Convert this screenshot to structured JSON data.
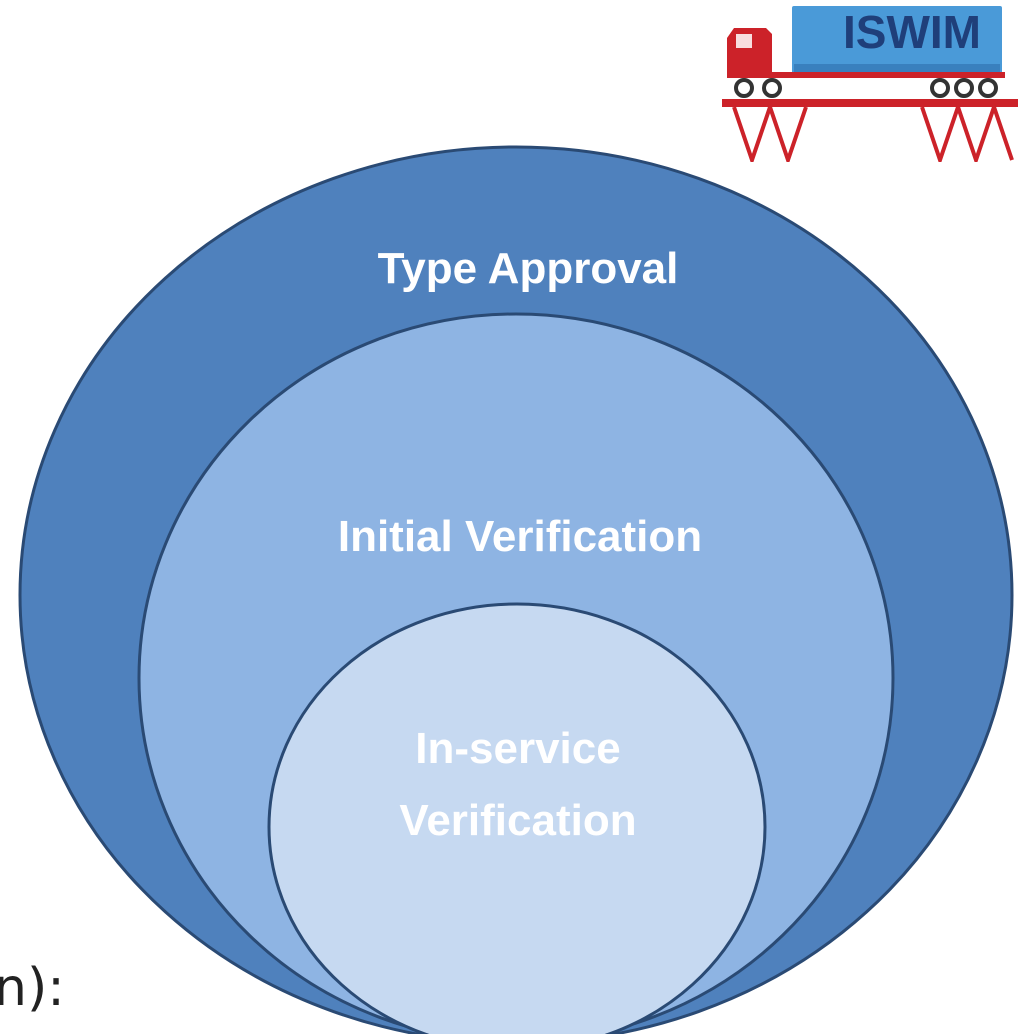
{
  "diagram": {
    "levels": [
      {
        "label_lines": [
          "Type Approval"
        ],
        "fill": "#4f81bd",
        "text_color": "#ffffff"
      },
      {
        "label_lines": [
          "Initial Verification"
        ],
        "fill": "#8eb4e3",
        "text_color": "#ffffff"
      },
      {
        "label_lines": [
          "In-service",
          "Verification"
        ],
        "fill": "#c6d9f1",
        "text_color": "#ffffff"
      }
    ],
    "outline_color": "#2a4a74"
  },
  "logo": {
    "text": "ISWIM",
    "text_color": "#1f3f7a",
    "trailer_color": "#4a9ad8",
    "cab_color": "#cc2229",
    "bridge_color": "#cc2229"
  },
  "fragment": {
    "text": "n):"
  }
}
